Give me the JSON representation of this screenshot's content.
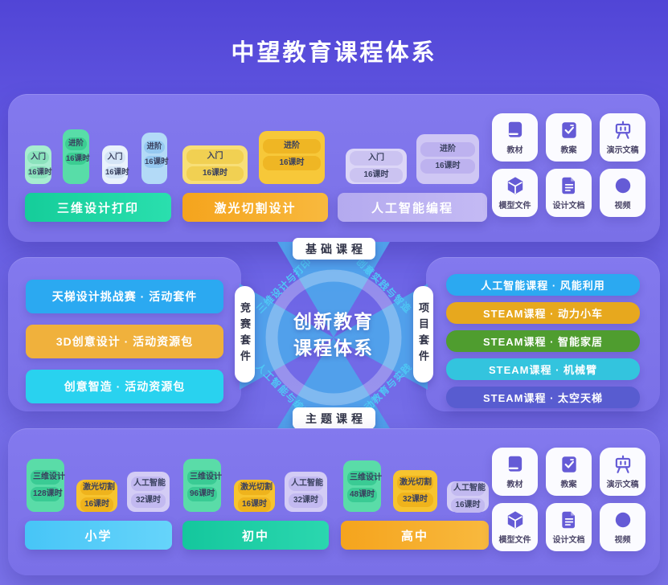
{
  "title": "中望教育课程体系",
  "colors": {
    "background_top": "#5145D6",
    "background_bottom": "#7B73EA",
    "panel": "#7E75E9",
    "teal_button": "#1ECFA0",
    "orange_button": "#F6A722",
    "lavender_button": "#B7ADF1",
    "cyan_button": "#4FC9F6",
    "green_button": "#1EC9A0",
    "blue_bar": "#2BA9F1",
    "orange_bar": "#F0B13C",
    "cyan_bar": "#29D2EF",
    "gold_bar": "#E7A81E",
    "green_bar": "#4F9D2F",
    "teal_bar": "#33C4DE",
    "indigo_bar": "#585CD0",
    "icon_purple": "#655BD6",
    "diagonal_text": "#4FC8F5",
    "triangle_blue": "#4FA3EB"
  },
  "top_panel": {
    "groups": [
      {
        "button": "三维设计打印",
        "blocks": [
          {
            "tag": "入门",
            "hours": "16课时"
          },
          {
            "tag": "进阶",
            "hours": "16课时"
          },
          {
            "tag": "入门",
            "hours": "16课时"
          },
          {
            "tag": "进阶",
            "hours": "16课时"
          }
        ]
      },
      {
        "button": "激光切割设计",
        "blocks": [
          {
            "tag": "入门",
            "hours": "16课时"
          },
          {
            "tag": "进阶",
            "hours": "16课时"
          }
        ]
      },
      {
        "button": "人工智能编程",
        "blocks": [
          {
            "tag": "入门",
            "hours": "16课时"
          },
          {
            "tag": "进阶",
            "hours": "16课时"
          }
        ]
      }
    ]
  },
  "resources": [
    {
      "label": "教材"
    },
    {
      "label": "教案"
    },
    {
      "label": "演示文稿"
    },
    {
      "label": "模型文件"
    },
    {
      "label": "设计文档"
    },
    {
      "label": "视频"
    }
  ],
  "center": {
    "top_pill": "基础课程",
    "bottom_pill": "主题课程",
    "left_pill": "竞赛套件",
    "right_pill": "项目套件",
    "title_line1": "创新教育",
    "title_line2": "课程体系",
    "diagonal_top_left": "三维设计与打印",
    "diagonal_top_right": "创意实践与智造",
    "diagonal_bottom_left": "人工智能与编程",
    "diagonal_bottom_right": "劳动教育与实践"
  },
  "competition_panel": {
    "items": [
      {
        "label": "天梯设计挑战赛 · 活动套件"
      },
      {
        "label": "3D创意设计 · 活动资源包"
      },
      {
        "label": "创意智造 · 活动资源包"
      }
    ]
  },
  "project_panel": {
    "items": [
      {
        "label": "人工智能课程 · 风能利用"
      },
      {
        "label": "STEAM课程 · 动力小车"
      },
      {
        "label": "STEAM课程 · 智能家居"
      },
      {
        "label": "STEAM课程 · 机械臂"
      },
      {
        "label": "STEAM课程 · 太空天梯"
      }
    ]
  },
  "bottom_panel": {
    "groups": [
      {
        "button": "小学",
        "blocks": [
          {
            "name": "三维设计",
            "hours": "128课时"
          },
          {
            "name": "激光切割",
            "hours": "16课时"
          },
          {
            "name": "人工智能",
            "hours": "32课时"
          }
        ]
      },
      {
        "button": "初中",
        "blocks": [
          {
            "name": "三维设计",
            "hours": "96课时"
          },
          {
            "name": "激光切割",
            "hours": "16课时"
          },
          {
            "name": "人工智能",
            "hours": "32课时"
          }
        ]
      },
      {
        "button": "高中",
        "blocks": [
          {
            "name": "三维设计",
            "hours": "48课时"
          },
          {
            "name": "激光切割",
            "hours": "32课时"
          },
          {
            "name": "人工智能",
            "hours": "16课时"
          }
        ]
      }
    ]
  }
}
